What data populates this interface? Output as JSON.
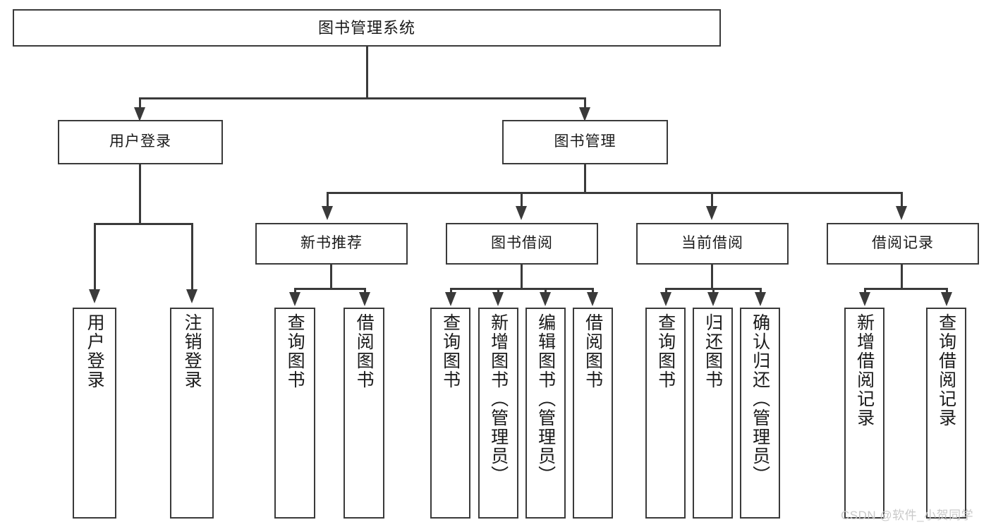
{
  "diagram": {
    "title": "图书管理系统",
    "watermark": "CSDN @软件_小贺同学",
    "colors": {
      "box_border": "#3a3a3a",
      "box_fill": "#ffffff",
      "connector": "#3a3a3a",
      "text": "#1a1a1a",
      "watermark": "#c9c9c9"
    },
    "root": {
      "label": "图书管理系统"
    },
    "level2": [
      {
        "label": "用户登录"
      },
      {
        "label": "图书管理"
      }
    ],
    "level3": [
      {
        "label": "新书推荐"
      },
      {
        "label": "图书借阅"
      },
      {
        "label": "当前借阅"
      },
      {
        "label": "借阅记录"
      }
    ],
    "leaves": {
      "user_login": [
        {
          "label": "用户登录"
        },
        {
          "label": "注销登录"
        }
      ],
      "new_book_recommend": [
        {
          "label": "查询图书"
        },
        {
          "label": "借阅图书"
        }
      ],
      "book_borrow": [
        {
          "label": "查询图书"
        },
        {
          "label": "新增图书（管理员）"
        },
        {
          "label": "编辑图书（管理员）"
        },
        {
          "label": "借阅图书"
        }
      ],
      "current_borrow": [
        {
          "label": "查询图书"
        },
        {
          "label": "归还图书"
        },
        {
          "label": "确认归还（管理员）"
        }
      ],
      "borrow_record": [
        {
          "label": "新增借阅记录"
        },
        {
          "label": "查询借阅记录"
        }
      ]
    }
  }
}
